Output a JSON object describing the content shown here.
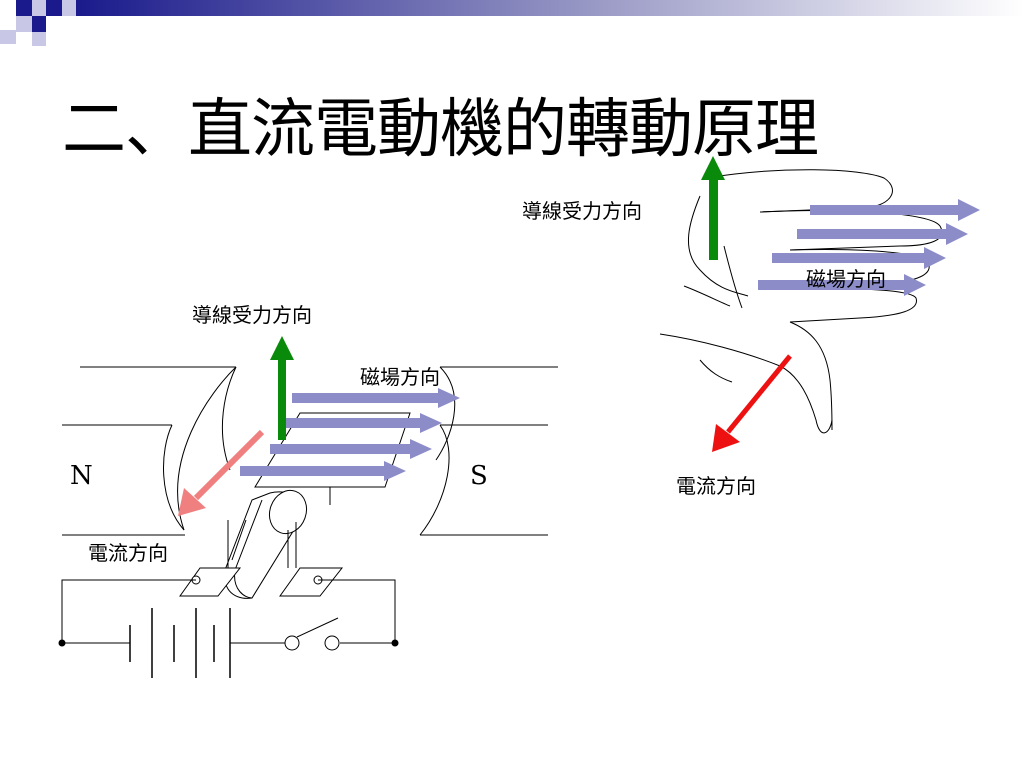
{
  "title": "二、直流電動機的轉動原理",
  "motor": {
    "force_label": "導線受力方向",
    "field_label": "磁場方向",
    "current_label": "電流方向",
    "north_pole": "N",
    "south_pole": "S"
  },
  "hand": {
    "force_label": "導線受力方向",
    "field_label": "磁場方向",
    "current_label": "電流方向"
  },
  "colors": {
    "force_arrow": "#0a8a0a",
    "field_arrow": "#8c8cc8",
    "current_arrow_motor": "#f08080",
    "current_arrow_hand": "#ee1111",
    "title_bar": "#1a1a8c"
  }
}
